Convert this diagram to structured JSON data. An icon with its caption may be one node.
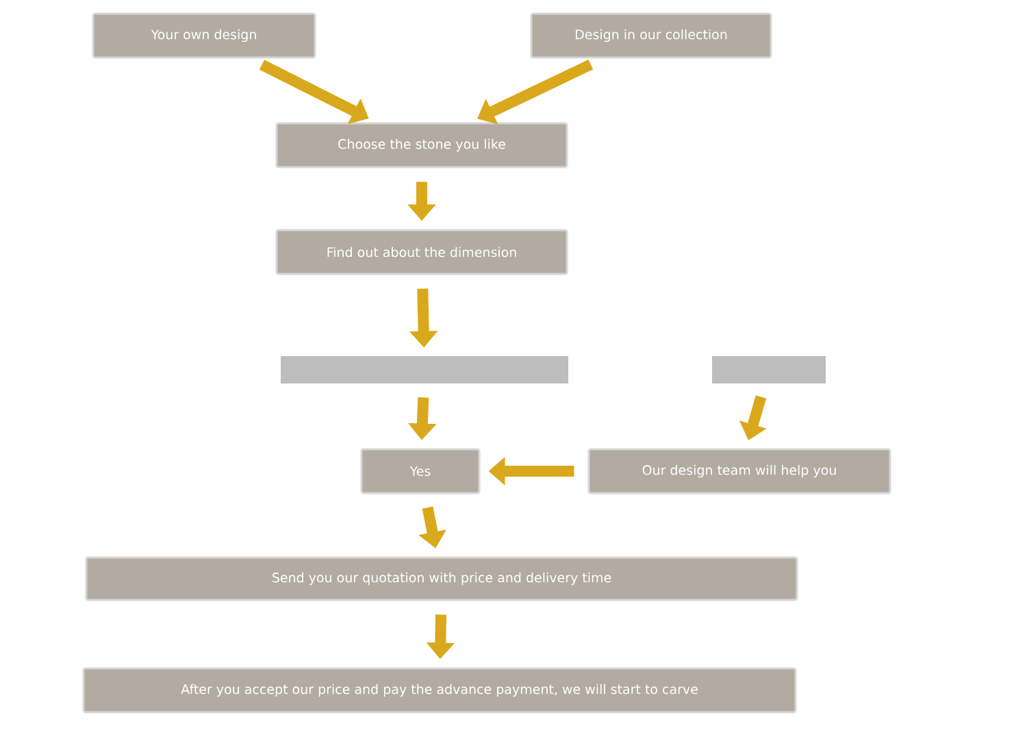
{
  "diagram": {
    "nodes": [
      {
        "text": [
          "Your own design"
        ]
      },
      {
        "text": [
          "Design in our collection"
        ]
      },
      {
        "text": [
          "Choose the stone you like"
        ]
      },
      {
        "text": [
          "Find out about the dimension"
        ]
      },
      {
        "text": [],
        "shape": "bar"
      },
      {
        "text": [],
        "shape": "bar"
      },
      {
        "text": [
          "Yes"
        ]
      },
      {
        "text": [
          "Our design team will help you"
        ]
      },
      {
        "text": [
          "Send you our quotation with price and delivery time"
        ]
      },
      {
        "text": [
          "After you accept our price and pay the advance payment, we will start to carve"
        ]
      }
    ],
    "edges": [
      {
        "from": 0,
        "to": 2,
        "arrow": "to"
      },
      {
        "from": 1,
        "to": 2,
        "arrow": "to"
      },
      {
        "from": 2,
        "to": 3,
        "arrow": "to"
      },
      {
        "from": 3,
        "to": 4,
        "arrow": "to"
      },
      {
        "from": 4,
        "to": 6,
        "arrow": "to"
      },
      {
        "from": 5,
        "to": 7,
        "arrow": "to"
      },
      {
        "from": 7,
        "to": 6,
        "arrow": "to"
      },
      {
        "from": 6,
        "to": 8,
        "arrow": "to"
      },
      {
        "from": 8,
        "to": 9,
        "arrow": "to"
      }
    ]
  }
}
